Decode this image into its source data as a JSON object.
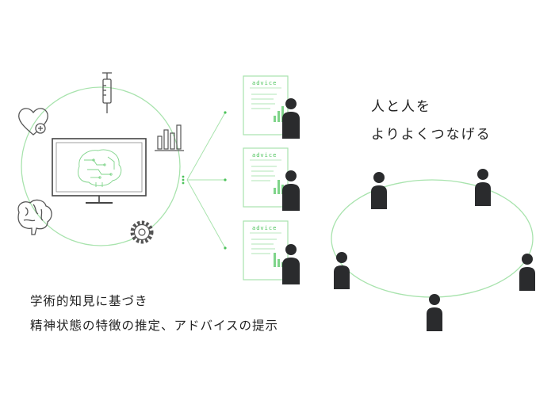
{
  "tagline": {
    "line1": "人と人を",
    "line2": "よりよくつなげる"
  },
  "caption": {
    "line1": "学術的知見に基づき",
    "line2": "精神状態の特徴の推定、アドバイスの提示"
  },
  "documents": [
    {
      "label": "advice"
    },
    {
      "label": "advice"
    },
    {
      "label": "advice"
    }
  ],
  "icons": [
    "syringe-icon",
    "heart-plus-icon",
    "brain-icon",
    "gear-icon",
    "bar-chart-icon",
    "monitor-brain-icon"
  ],
  "colors": {
    "accent_green": "#9fe0a6",
    "green_strong": "#4cc35a",
    "person": "#2a2b2d",
    "line_gray": "#555555"
  }
}
